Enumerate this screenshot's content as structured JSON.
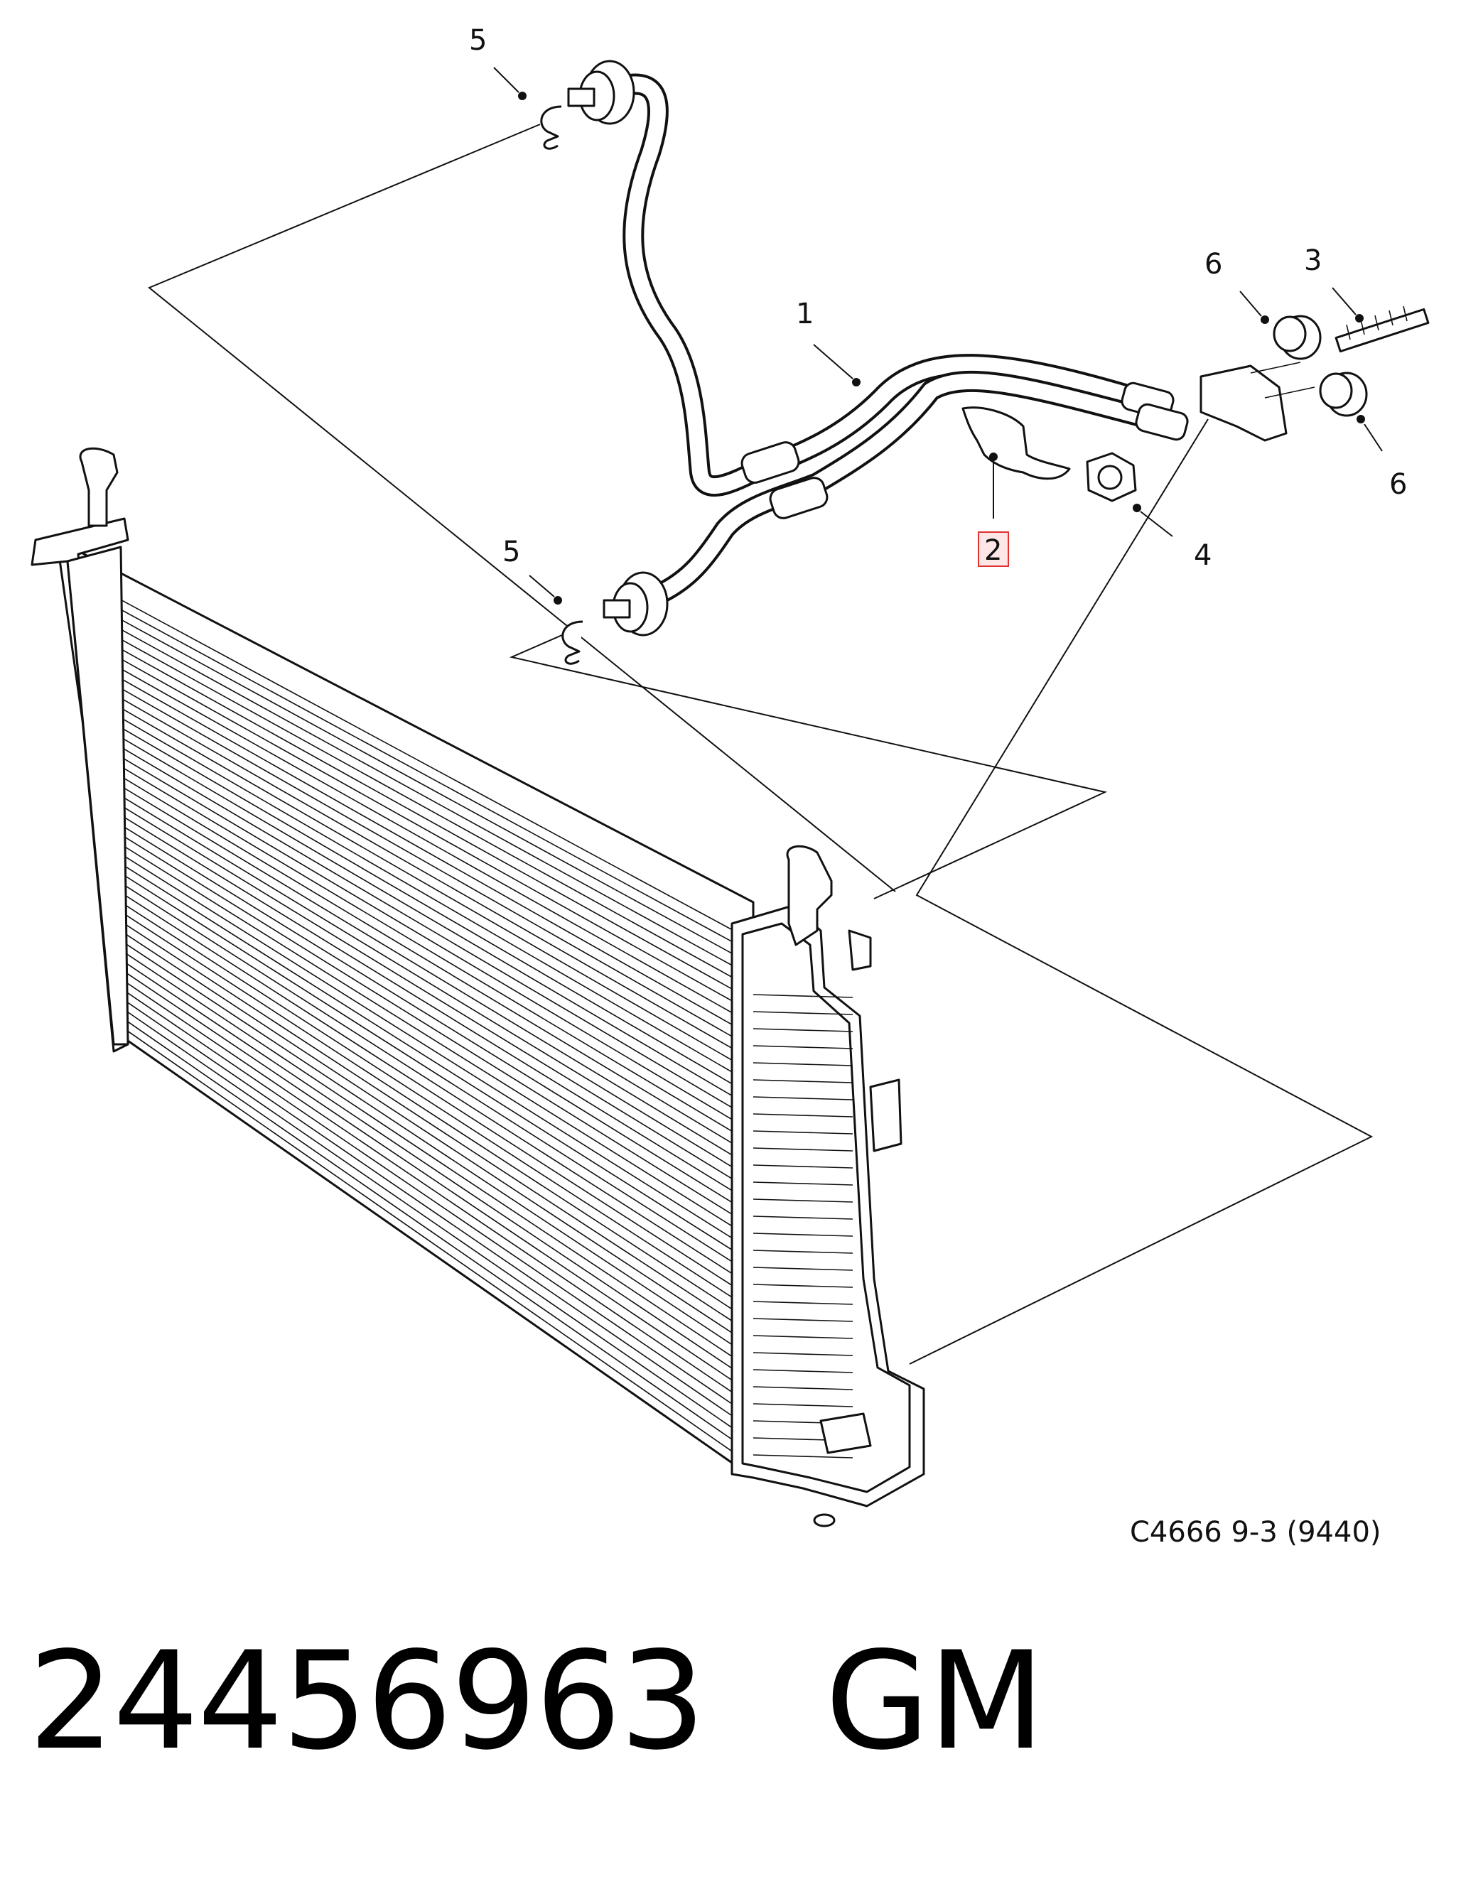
{
  "callouts": {
    "c1": "1",
    "c2": "2",
    "c3": "3",
    "c4": "4",
    "c5_top": "5",
    "c5_mid": "5",
    "c6_left": "6",
    "c6_right": "6"
  },
  "highlight_color": "#e03030",
  "diagram_code": "C4666 9-3 (9440)",
  "part_number": "24456963",
  "brand": "GM"
}
